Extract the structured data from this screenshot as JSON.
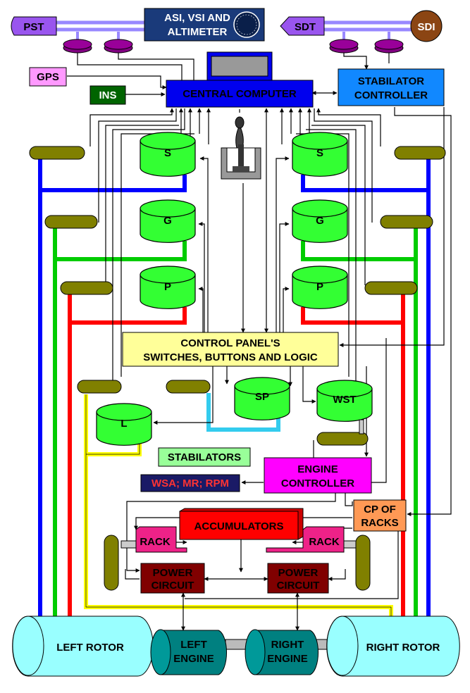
{
  "sensors": {
    "pst": "PST",
    "asi_line1": "ASI, VSI AND",
    "asi_line2": "ALTIMETER",
    "sdt": "SDT",
    "sdi": "SDI",
    "gps": "GPS",
    "ins": "INS"
  },
  "computer": {
    "central": "CENTRAL COMPUTER",
    "stab_line1": "STABILATOR",
    "stab_line2": "CONTROLLER"
  },
  "hydraulics": {
    "s": "S",
    "g": "G",
    "p": "P",
    "l": "L",
    "sp": "SP",
    "wst": "WST"
  },
  "panel": {
    "line1": "CONTROL PANEL'S",
    "line2": "SWITCHES, BUTTONS AND LOGIC"
  },
  "stabilators": "STABILATORS",
  "engine_ctrl": {
    "line1": "ENGINE",
    "line2": "CONTROLLER"
  },
  "wsa": "WSA; MR; RPM",
  "cp_racks": {
    "line1": "CP OF",
    "line2": "RACKS"
  },
  "accumulators": "ACCUMULATORS",
  "rack_left": "RACK",
  "rack_right": "RACK",
  "power_left": {
    "line1": "POWER",
    "line2": "CIRCUIT"
  },
  "power_right": {
    "line1": "POWER",
    "line2": "CIRCUIT"
  },
  "drive": {
    "left_rotor": "LEFT ROTOR",
    "right_rotor": "RIGHT ROTOR",
    "left_engine_1": "LEFT",
    "left_engine_2": "ENGINE",
    "right_engine_1": "RIGHT",
    "right_engine_2": "ENGINE"
  },
  "colors": {
    "purple": "#800080",
    "violet": "#9955ee",
    "green_cyl": "#33ff33",
    "olive": "#808000",
    "blue": "#0000ff",
    "red": "#ff0000",
    "yellow": "#ffff00",
    "cyan": "#33ccee",
    "computer_blue": "#0000ee",
    "stab_blue": "#1188ff",
    "panel_yellow": "#ffff99",
    "magenta": "#ff00ff",
    "navy": "#1a1a66",
    "orange": "#ff9955",
    "accum_red": "#ff0000",
    "rack_pink": "#ee2288",
    "power_maroon": "#800000",
    "rotor_cyan": "#99ffff",
    "engine_teal": "#008080"
  }
}
